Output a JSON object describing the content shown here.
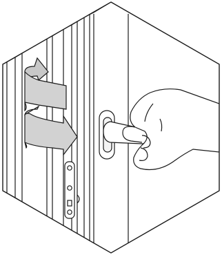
{
  "illustration": {
    "subject": "window-handle-tilt-and-turn-instruction",
    "frame_shape": "hexagon",
    "line_color": "#1a1a1a",
    "background_color": "#ffffff",
    "arrow_fill_color": "#c8c8c8",
    "arrow_count": 2,
    "arrow_directions": [
      "turn-then-right",
      "turn-then-right"
    ],
    "icons": [
      "hexagon-frame",
      "window-frame",
      "curved-arrow",
      "hand",
      "window-handle",
      "hinge"
    ]
  }
}
